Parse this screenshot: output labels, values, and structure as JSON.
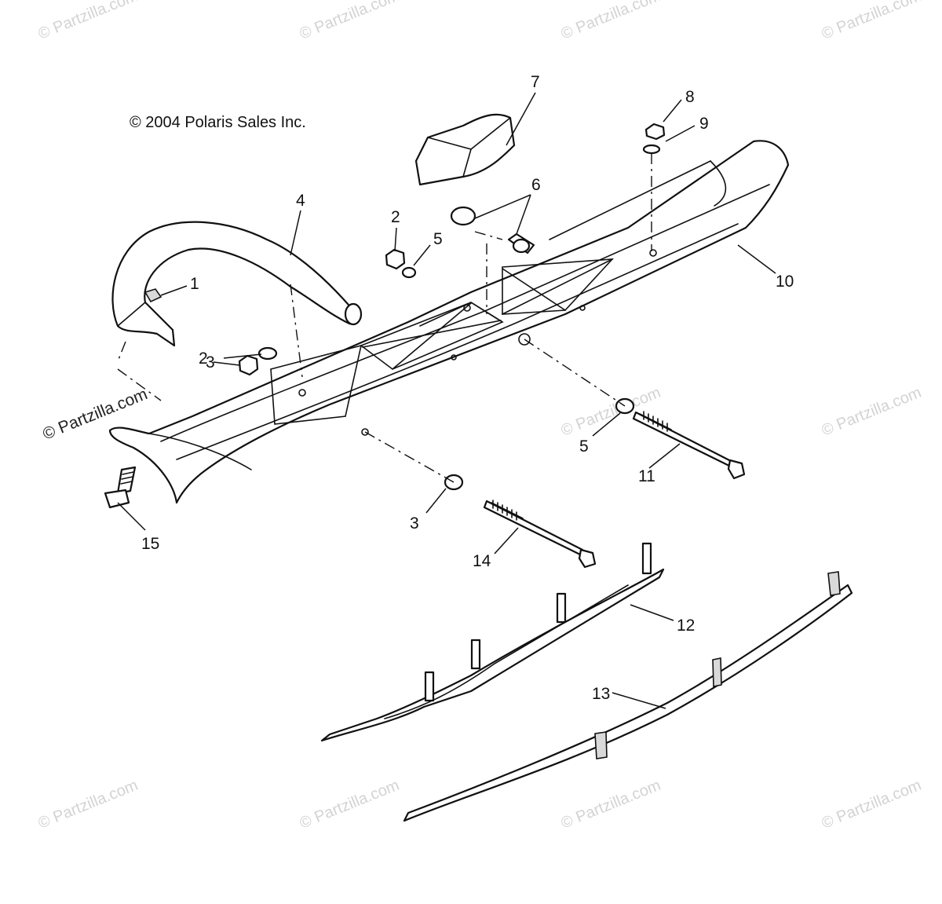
{
  "copyright": "© 2004 Polaris Sales Inc.",
  "watermark": "© Partzilla.com",
  "colors": {
    "line": "#111111",
    "watermark": "#d3d3d3",
    "background": "#ffffff"
  },
  "callouts": {
    "c1": "1",
    "c2a": "2",
    "c2b": "2",
    "c3a": "3",
    "c3b": "3",
    "c4": "4",
    "c5a": "5",
    "c5b": "5",
    "c6": "6",
    "c7": "7",
    "c8": "8",
    "c9": "9",
    "c10": "10",
    "c11": "11",
    "c12": "12",
    "c13": "13",
    "c14": "14",
    "c15": "15"
  }
}
